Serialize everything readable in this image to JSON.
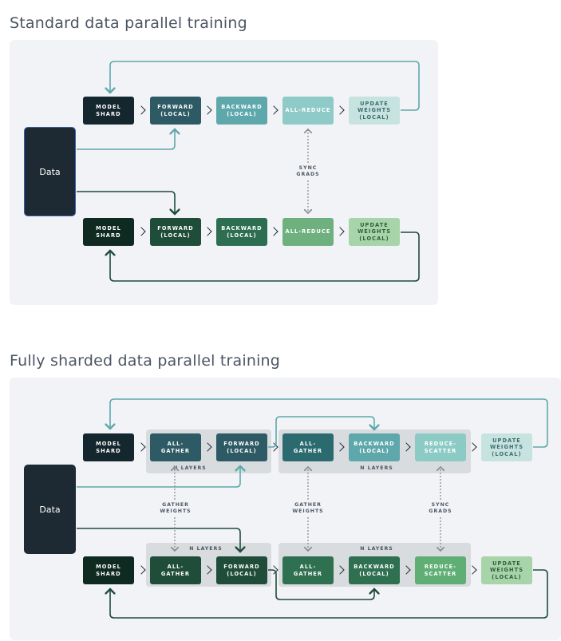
{
  "section1": {
    "title": "Standard data parallel training",
    "data_label": "Data",
    "top_row": [
      "MODEL\nSHARD",
      "FORWARD\n(LOCAL)",
      "BACKWARD\n(LOCAL)",
      "ALL-REDUCE",
      "UPDATE\nWEIGHTS\n(LOCAL)"
    ],
    "bottom_row": [
      "MODEL\nSHARD",
      "FORWARD\n(LOCAL)",
      "BACKWARD\n(LOCAL)",
      "ALL-REDUCE",
      "UPDATE\nWEIGHTS\n(LOCAL)"
    ],
    "sync_label": "SYNC\nGRADS"
  },
  "section2": {
    "title": "Fully sharded data parallel training",
    "data_label": "Data",
    "top_row": [
      "MODEL\nSHARD",
      "ALL-\nGATHER",
      "FORWARD\n(LOCAL)",
      "ALL-\nGATHER",
      "BACKWARD\n(LOCAL)",
      "REDUCE-\nSCATTER",
      "UPDATE\nWEIGHTS\n(LOCAL)"
    ],
    "bottom_row": [
      "MODEL\nSHARD",
      "ALL-\nGATHER",
      "FORWARD\n(LOCAL)",
      "ALL-\nGATHER",
      "BACKWARD\n(LOCAL)",
      "REDUCE-\nSCATTER",
      "UPDATE\nWEIGHTS\n(LOCAL)"
    ],
    "n_layers": "N LAYERS",
    "gather_label": "GATHER\nWEIGHTS",
    "sync_label": "SYNC\nGRADS"
  },
  "colors": {
    "teal_line": "#5ea8ac",
    "green_line": "#1f4d3a",
    "dark_line": "#1f2937",
    "dashed": "#8a9096"
  }
}
